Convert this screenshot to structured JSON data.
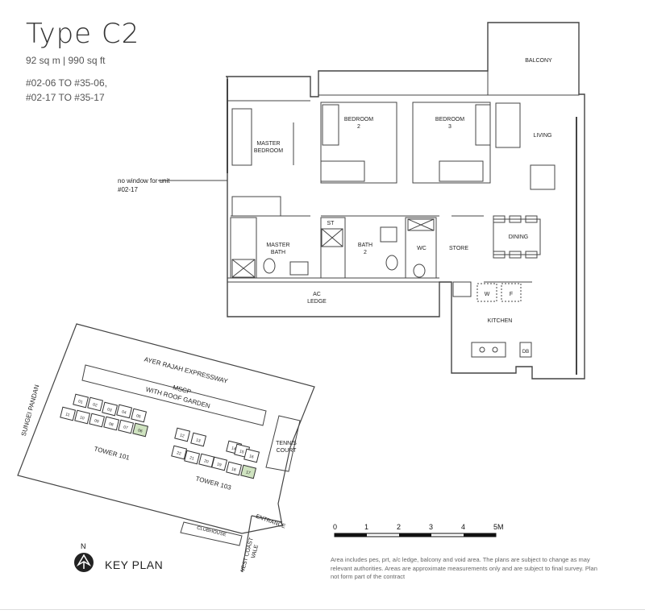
{
  "header": {
    "title": "Type C2",
    "size": "92 sq m | 990 sq ft",
    "units_line1": "#02-06 TO #35-06,",
    "units_line2": "#02-17 TO #35-17"
  },
  "floorplan": {
    "rooms": {
      "balcony": "BALCONY",
      "bedroom2_a": "BEDROOM",
      "bedroom2_b": "2",
      "bedroom3_a": "BEDROOM",
      "bedroom3_b": "3",
      "master_bedroom_a": "MASTER",
      "master_bedroom_b": "BEDROOM",
      "living": "LIVING",
      "master_bath_a": "MASTER",
      "master_bath_b": "BATH",
      "st": "ST",
      "bath2_a": "BATH",
      "bath2_b": "2",
      "wc": "WC",
      "store": "STORE",
      "dining": "DINING",
      "ac_ledge_a": "AC",
      "ac_ledge_b": "LEDGE",
      "kitchen": "KITCHEN",
      "washer": "W",
      "fridge": "F",
      "db": "DB"
    },
    "note_line1": "no window for unit",
    "note_line2": "#02-17"
  },
  "site_plan": {
    "expressway": "AYER RAJAH EXPRESSWAY",
    "sungei": "SUNGEI PANDAN",
    "mscp_line1": "MSCP",
    "mscp_line2": "WITH ROOF GARDEN",
    "tower101": "TOWER 101",
    "tower103": "TOWER 103",
    "tennis_line1": "TENNIS",
    "tennis_line2": "COURT",
    "clubhouse": "CLUBHOUSE",
    "entrance": "ENTRANCE",
    "west_coast_line1": "WEST COAST",
    "west_coast_line2": "VALE",
    "unit_labels": [
      "01",
      "02",
      "03",
      "04",
      "05",
      "06",
      "07",
      "08",
      "09",
      "10",
      "11",
      "12",
      "13",
      "14",
      "15",
      "16",
      "17",
      "18",
      "19",
      "20",
      "21",
      "22"
    ],
    "highlighted_units": [
      "06",
      "17"
    ],
    "highlight_color": "#cfe3c0"
  },
  "key_plan": {
    "north": "N",
    "label": "KEY PLAN"
  },
  "scale": {
    "ticks": [
      "0",
      "1",
      "2",
      "3",
      "4",
      "5M"
    ]
  },
  "disclaimer": {
    "line1": "Area includes pes, prt, a/c ledge, balcony and void area. The plans are subject to change as may",
    "line2": "relevant authorities. Areas are approximate measurements only and are subject to final survey. Plan",
    "line3": "not form part of the contract"
  }
}
